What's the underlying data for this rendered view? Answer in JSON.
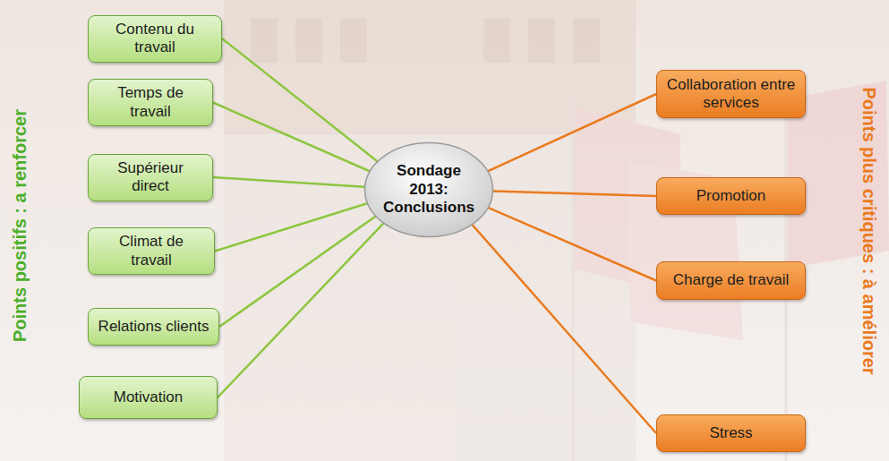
{
  "diagram": {
    "nodes": [
      {
        "text": [
          "Contenu du travail"
        ]
      },
      {
        "text": [
          "Temps de travail"
        ]
      },
      {
        "text": [
          "Supérieur direct"
        ]
      },
      {
        "text": [
          "Climat de travail"
        ]
      },
      {
        "text": [
          "Relations clients"
        ]
      },
      {
        "text": [
          "Motivation"
        ]
      },
      {
        "text": [
          "Sondage 2013: Conclusions"
        ]
      },
      {
        "text": [
          "Collaboration entre services"
        ]
      },
      {
        "text": [
          "Promotion"
        ]
      },
      {
        "text": [
          "Charge de travail"
        ]
      },
      {
        "text": [
          "Stress"
        ]
      }
    ],
    "edges": [
      {
        "from": 0,
        "to": 6,
        "arrow": "none"
      },
      {
        "from": 1,
        "to": 6,
        "arrow": "none"
      },
      {
        "from": 2,
        "to": 6,
        "arrow": "none"
      },
      {
        "from": 3,
        "to": 6,
        "arrow": "none"
      },
      {
        "from": 4,
        "to": 6,
        "arrow": "none"
      },
      {
        "from": 5,
        "to": 6,
        "arrow": "none"
      },
      {
        "from": 6,
        "to": 7,
        "arrow": "none"
      },
      {
        "from": 6,
        "to": 8,
        "arrow": "none"
      },
      {
        "from": 6,
        "to": 9,
        "arrow": "none"
      },
      {
        "from": 6,
        "to": 10,
        "arrow": "none"
      }
    ],
    "labels": [
      "Points positifs : a renforcer",
      "Points plus critiques : à améliorer"
    ]
  }
}
